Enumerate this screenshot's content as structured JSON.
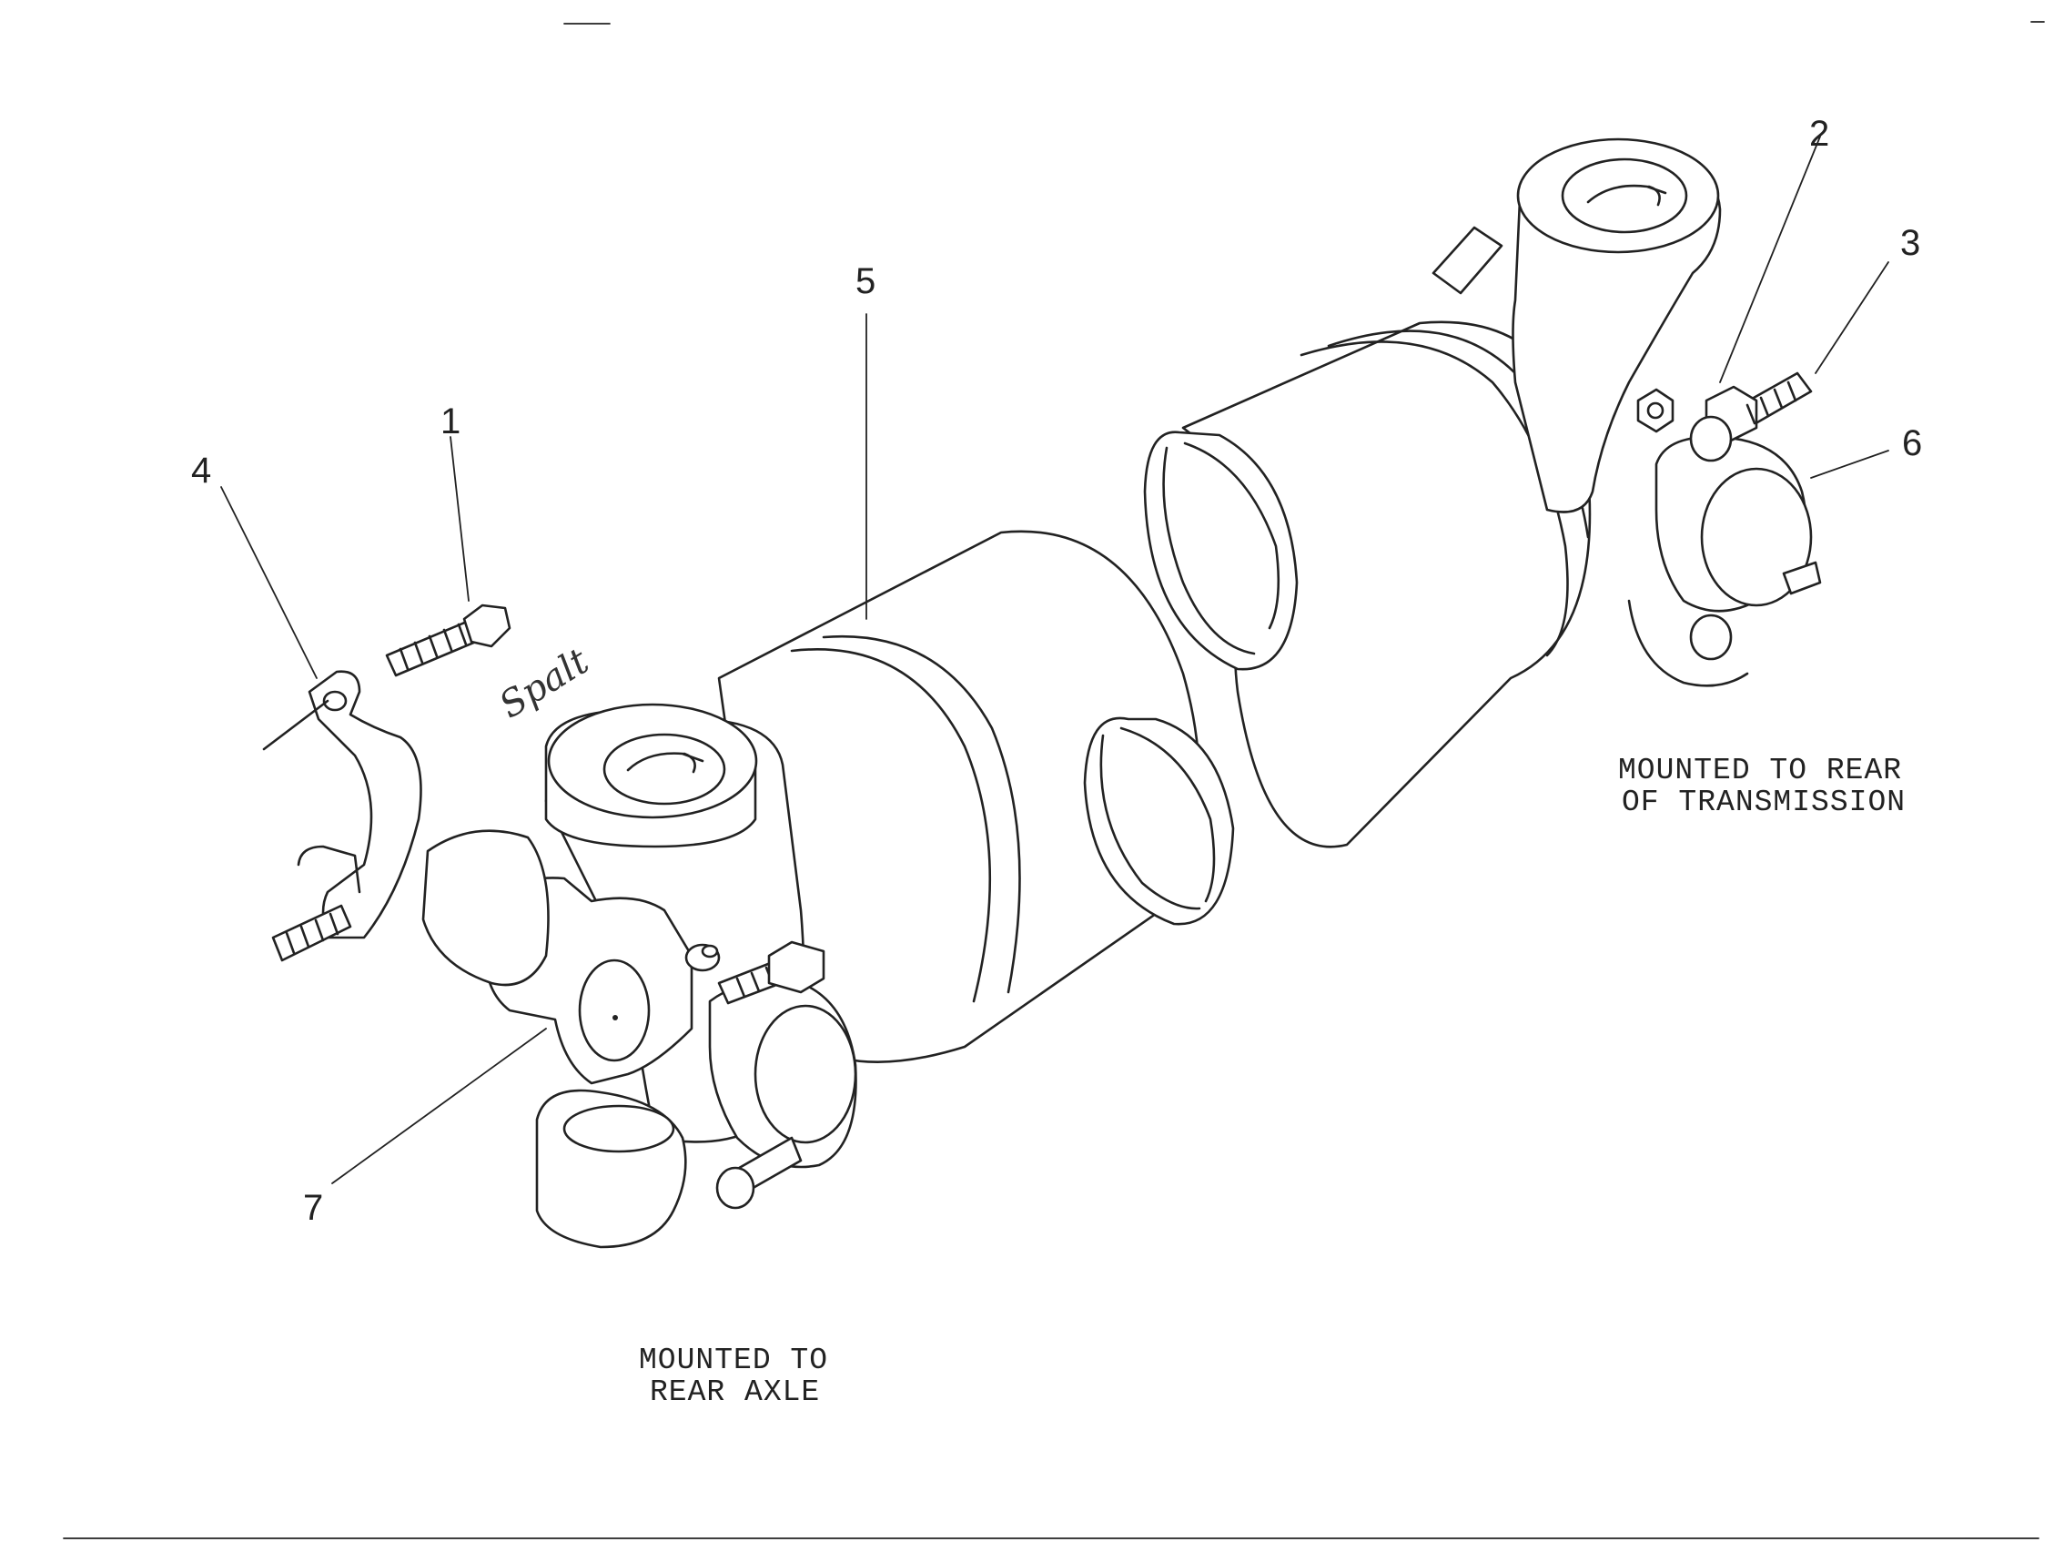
{
  "callouts": {
    "c1": "1",
    "c2": "2",
    "c3": "3",
    "c4": "4",
    "c5": "5",
    "c6": "6",
    "c7": "7"
  },
  "captions": {
    "transmission_line1": "MOUNTED TO REAR",
    "transmission_line2": "OF TRANSMISSION",
    "axle_line1": "MOUNTED TO",
    "axle_line2": "REAR AXLE"
  },
  "handwriting": "Spalt"
}
